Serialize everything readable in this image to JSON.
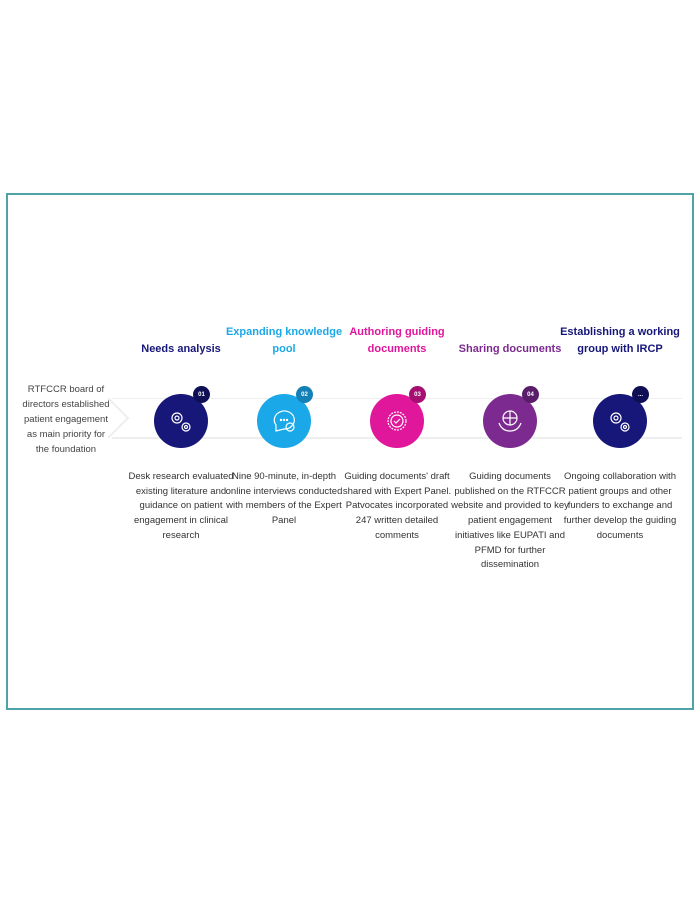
{
  "intro": "RTFCCR board of directors established patient engagement as main priority for the foundation",
  "steps": [
    {
      "badge": "01",
      "title": "Needs analysis",
      "color": "#17177a",
      "badge_color": "#0f0f55",
      "icon": "gears-icon",
      "desc": "Desk research evaluated existing literature and guidance on patient engagement in clinical research"
    },
    {
      "badge": "02",
      "title": "Expanding knowledge pool",
      "color": "#1aa8e8",
      "badge_color": "#1480b5",
      "icon": "chat-refresh-icon",
      "desc": "Nine 90-minute, in-depth online interviews conducted with members of the Expert Panel"
    },
    {
      "badge": "03",
      "title": "Authoring guiding documents",
      "color": "#e0169b",
      "badge_color": "#a50f72",
      "icon": "badge-check-icon",
      "desc": "Guiding documents' draft shared with Expert Panel. Patvocates incorporated 247 written detailed comments"
    },
    {
      "badge": "04",
      "title": "Sharing documents",
      "color": "#7c2a8f",
      "badge_color": "#5a1d6a",
      "icon": "globe-hands-icon",
      "desc": "Guiding documents published on the RTFCCR website and provided to key patient engagement initiatives like EUPATI and PFMD for further dissemination"
    },
    {
      "badge": "...",
      "title": "Establishing a working group with IRCP",
      "color": "#17177a",
      "badge_color": "#0f0f55",
      "icon": "gears-icon",
      "desc": "Ongoing collaboration with patient groups and other funders to exchange and further develop the guiding documents"
    }
  ]
}
